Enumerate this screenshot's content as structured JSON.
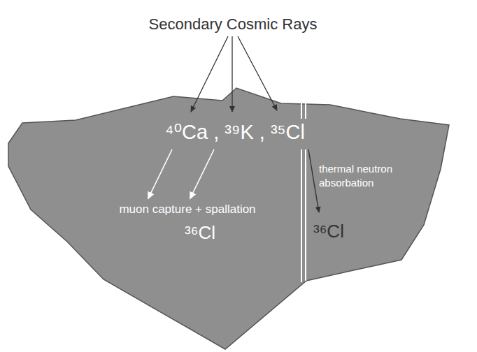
{
  "diagram": {
    "title": "Secondary Cosmic Rays",
    "labels": [
      "⁴⁰Ca , ³⁹K , ³⁵Cl",
      "thermal neutron absorbation",
      "muon capture + spallation",
      "³⁶Cl",
      "³⁶Cl"
    ]
  }
}
